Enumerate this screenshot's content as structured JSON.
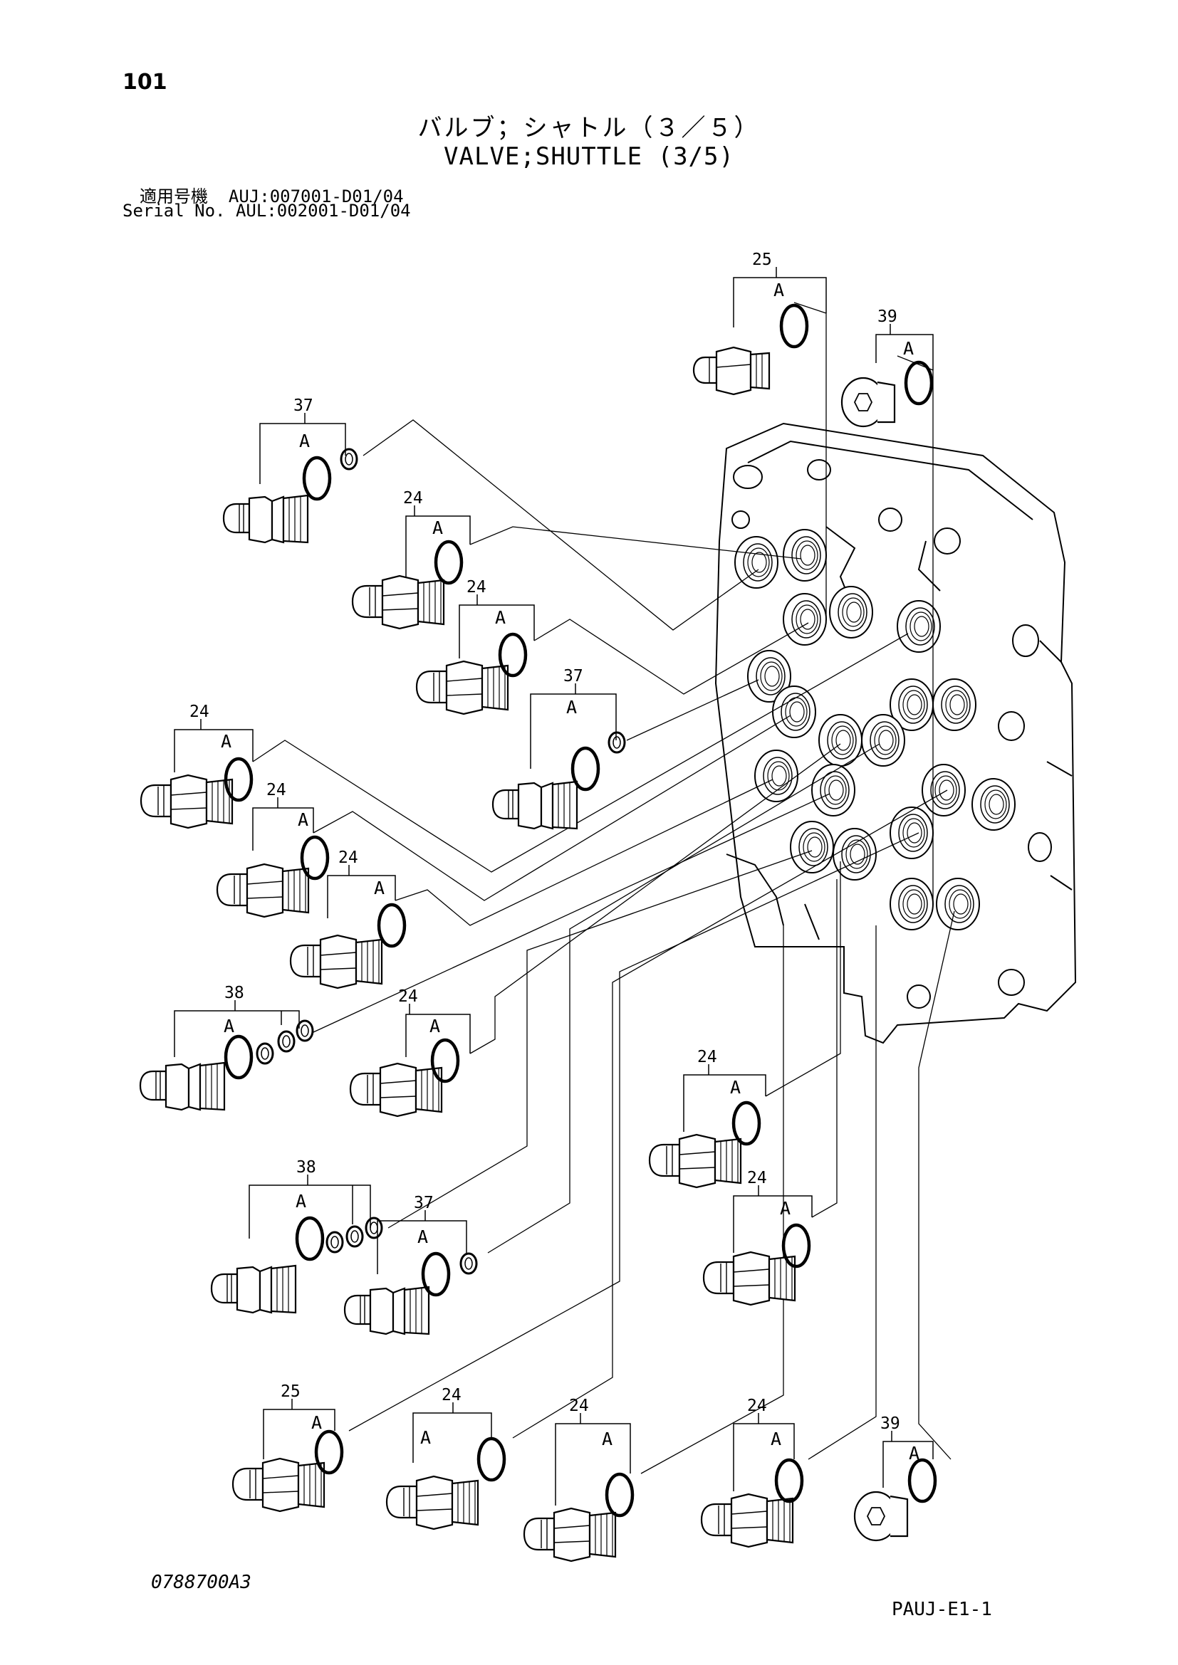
{
  "header": {
    "page_number": "101",
    "title_jp": "バルブ；シャトル（３／５）",
    "title_en": "VALVE;SHUTTLE (3/5)",
    "serial_rows": [
      {
        "label": "適用号機",
        "value": "AUJ:007001-D01/04"
      },
      {
        "label": "Serial No.",
        "value": "AUL:002001-D01/04"
      }
    ]
  },
  "callouts": [
    {
      "num": "25",
      "letter": "A"
    },
    {
      "num": "39",
      "letter": "A"
    },
    {
      "num": "37",
      "letter": "A"
    },
    {
      "num": "24",
      "letter": "A"
    },
    {
      "num": "24",
      "letter": "A"
    },
    {
      "num": "37",
      "letter": "A"
    },
    {
      "num": "24",
      "letter": "A"
    },
    {
      "num": "24",
      "letter": "A"
    },
    {
      "num": "24",
      "letter": "A"
    },
    {
      "num": "38",
      "letter": "A"
    },
    {
      "num": "24",
      "letter": "A"
    },
    {
      "num": "24",
      "letter": "A"
    },
    {
      "num": "24",
      "letter": "A"
    },
    {
      "num": "38",
      "letter": "A"
    },
    {
      "num": "37",
      "letter": "A"
    },
    {
      "num": "25",
      "letter": "A"
    },
    {
      "num": "24",
      "letter": "A"
    },
    {
      "num": "24",
      "letter": "A"
    },
    {
      "num": "24",
      "letter": "A"
    },
    {
      "num": "39",
      "letter": "A"
    }
  ],
  "footer": {
    "drawing_number": "0788700A3",
    "page_code": "PAUJ-E1-1"
  }
}
